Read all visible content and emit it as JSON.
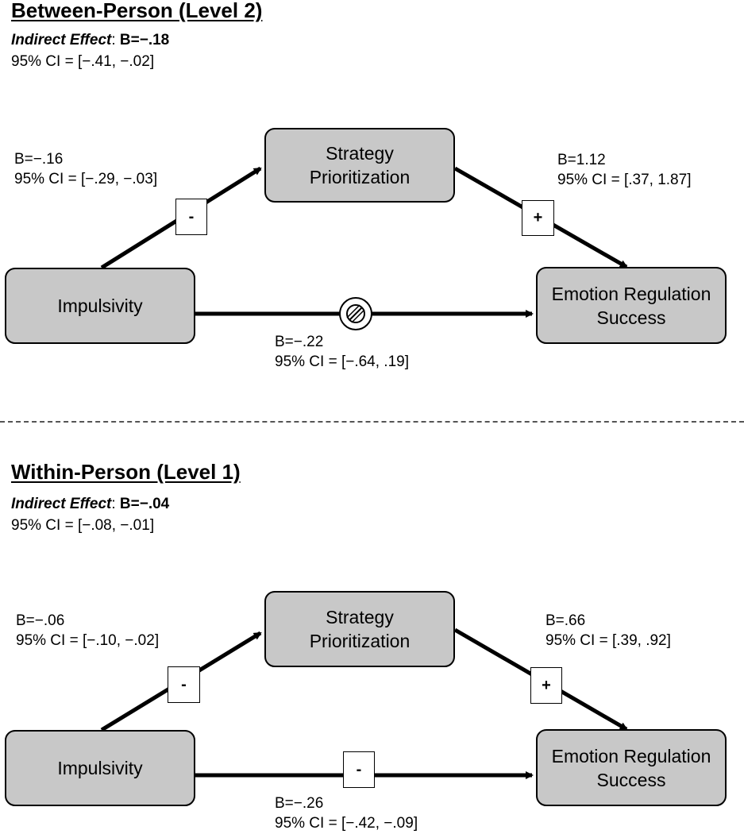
{
  "panels": [
    {
      "title": "Between-Person (Level 2)",
      "indirect_label": "Indirect Effect",
      "indirect_value": "B=−.18",
      "indirect_ci": "95% CI = [−.41, −.02]",
      "nodes": {
        "strategy_line1": "Strategy",
        "strategy_line2": "Prioritization",
        "impulsivity": "Impulsivity",
        "outcome_line1": "Emotion Regulation",
        "outcome_line2": "Success"
      },
      "path_a": {
        "b": "B=−.16",
        "ci": "95% CI = [−.29, −.03]",
        "sign": "-"
      },
      "path_b": {
        "b": "B=1.12",
        "ci": "95% CI = [.37, 1.87]",
        "sign": "+"
      },
      "path_c": {
        "b": "B=−.22",
        "ci": "95% CI = [−.64, .19]",
        "sign_icon": "null-sign-icon"
      }
    },
    {
      "title": "Within-Person (Level 1)",
      "indirect_label": "Indirect Effect",
      "indirect_value": "B=−.04",
      "indirect_ci": "95% CI = [−.08, −.01]",
      "nodes": {
        "strategy_line1": "Strategy",
        "strategy_line2": "Prioritization",
        "impulsivity": "Impulsivity",
        "outcome_line1": "Emotion Regulation",
        "outcome_line2": "Success"
      },
      "path_a": {
        "b": "B=−.06",
        "ci": "95% CI = [−.10, −.02]",
        "sign": "-"
      },
      "path_b": {
        "b": "B=.66",
        "ci": "95% CI = [.39, .92]",
        "sign": "+"
      },
      "path_c": {
        "b": "B=−.26",
        "ci": "95% CI = [−.42, −.09]",
        "sign": "-"
      }
    }
  ],
  "colors": {
    "node_fill": "#c8c8c8",
    "stroke": "#000000"
  }
}
